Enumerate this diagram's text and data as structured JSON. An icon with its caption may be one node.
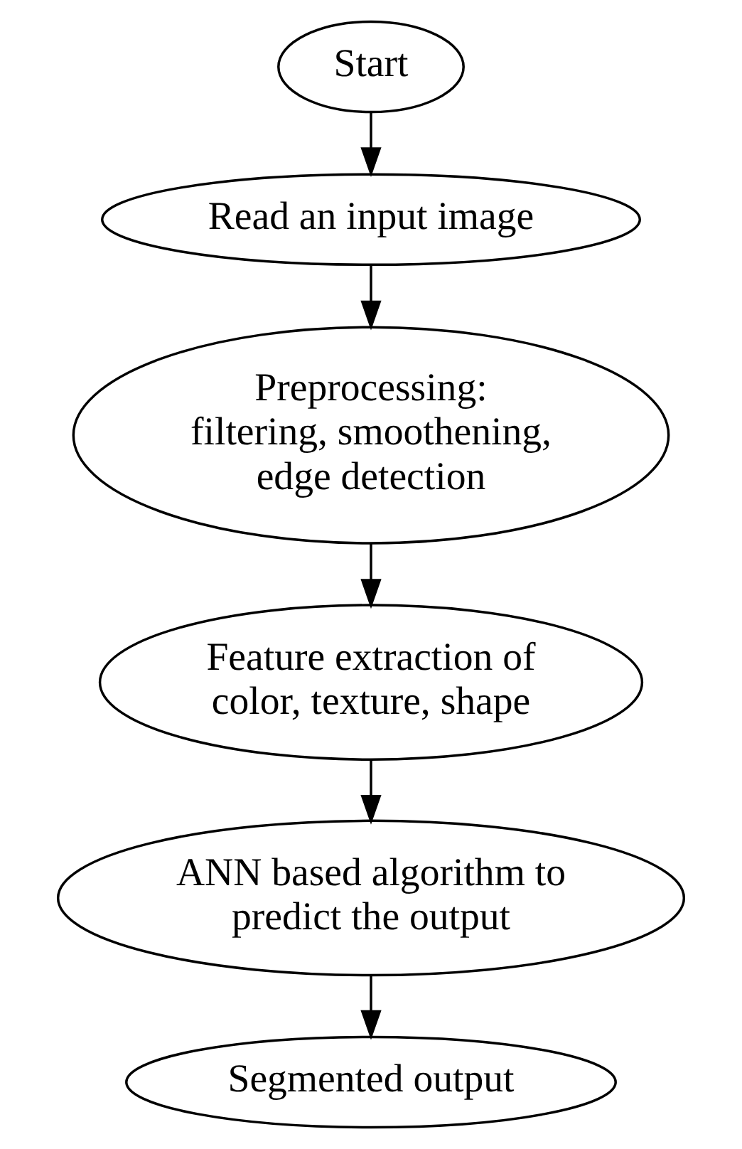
{
  "diagram": {
    "nodes": [
      {
        "text": [
          "Start"
        ]
      },
      {
        "text": [
          "Read an input image"
        ]
      },
      {
        "text": [
          "Preprocessing: filtering, smoothening, edge detection"
        ]
      },
      {
        "text": [
          "Feature extraction of color, texture, shape"
        ]
      },
      {
        "text": [
          "ANN based algorithm to predict the output"
        ]
      },
      {
        "text": [
          "Segmented output"
        ]
      }
    ],
    "edges": [
      {
        "from": 0,
        "to": 1,
        "arrow": "to"
      },
      {
        "from": 1,
        "to": 2,
        "arrow": "to"
      },
      {
        "from": 2,
        "to": 3,
        "arrow": "to"
      },
      {
        "from": 3,
        "to": 4,
        "arrow": "to"
      },
      {
        "from": 4,
        "to": 5,
        "arrow": "to"
      }
    ]
  }
}
